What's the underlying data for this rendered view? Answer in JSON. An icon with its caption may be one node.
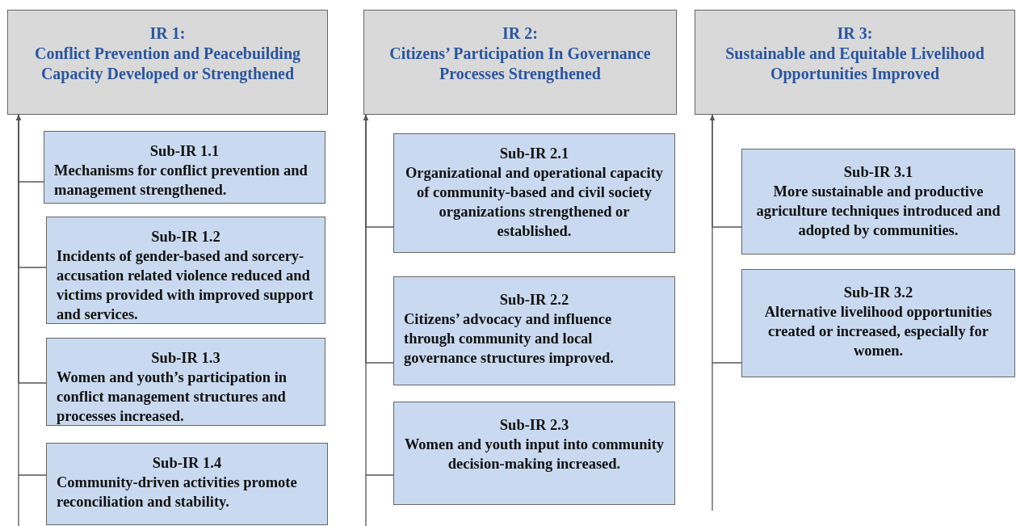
{
  "diagram": {
    "nodes": [
      {
        "text": [
          "IR 1:",
          "Conflict Prevention and Peacebuilding Capacity Developed or Strengthened"
        ]
      },
      {
        "text": [
          "Sub-IR 1.1",
          "Mechanisms for conflict prevention and management strengthened."
        ]
      },
      {
        "text": [
          "Sub-IR 1.2",
          "Incidents of gender-based and sorcery-accusation related violence reduced and victims provided with improved support and services."
        ]
      },
      {
        "text": [
          "Sub-IR 1.3",
          "Women and youth’s participation in conflict management structures and processes increased."
        ]
      },
      {
        "text": [
          "Sub-IR 1.4",
          "Community-driven activities promote reconciliation and stability."
        ]
      },
      {
        "text": [
          "IR 2:",
          "Citizens’ Participation In Governance Processes Strengthened"
        ]
      },
      {
        "text": [
          "Sub-IR 2.1",
          "Organizational and operational capacity of community-based and civil society organizations strengthened or established."
        ]
      },
      {
        "text": [
          "Sub-IR 2.2",
          "Citizens’ advocacy and influence through community and local governance structures improved."
        ]
      },
      {
        "text": [
          "Sub-IR 2.3",
          "Women and youth input into community decision-making increased."
        ]
      },
      {
        "text": [
          "IR 3:",
          "Sustainable and Equitable Livelihood Opportunities Improved"
        ]
      },
      {
        "text": [
          "Sub-IR 3.1",
          "More sustainable and productive agriculture techniques introduced and adopted by communities."
        ]
      },
      {
        "text": [
          "Sub-IR 3.2",
          "Alternative livelihood opportunities created or increased, especially for women."
        ]
      }
    ],
    "edges": [
      {
        "from": 1,
        "to": 0,
        "arrow": "to"
      },
      {
        "from": 2,
        "to": 0,
        "arrow": "to"
      },
      {
        "from": 3,
        "to": 0,
        "arrow": "to"
      },
      {
        "from": 4,
        "to": 0,
        "arrow": "to"
      },
      {
        "from": 6,
        "to": 5,
        "arrow": "to"
      },
      {
        "from": 7,
        "to": 5,
        "arrow": "to"
      },
      {
        "from": 8,
        "to": 5,
        "arrow": "to"
      },
      {
        "from": 10,
        "to": 9,
        "arrow": "to"
      },
      {
        "from": 11,
        "to": 9,
        "arrow": "to"
      }
    ]
  }
}
